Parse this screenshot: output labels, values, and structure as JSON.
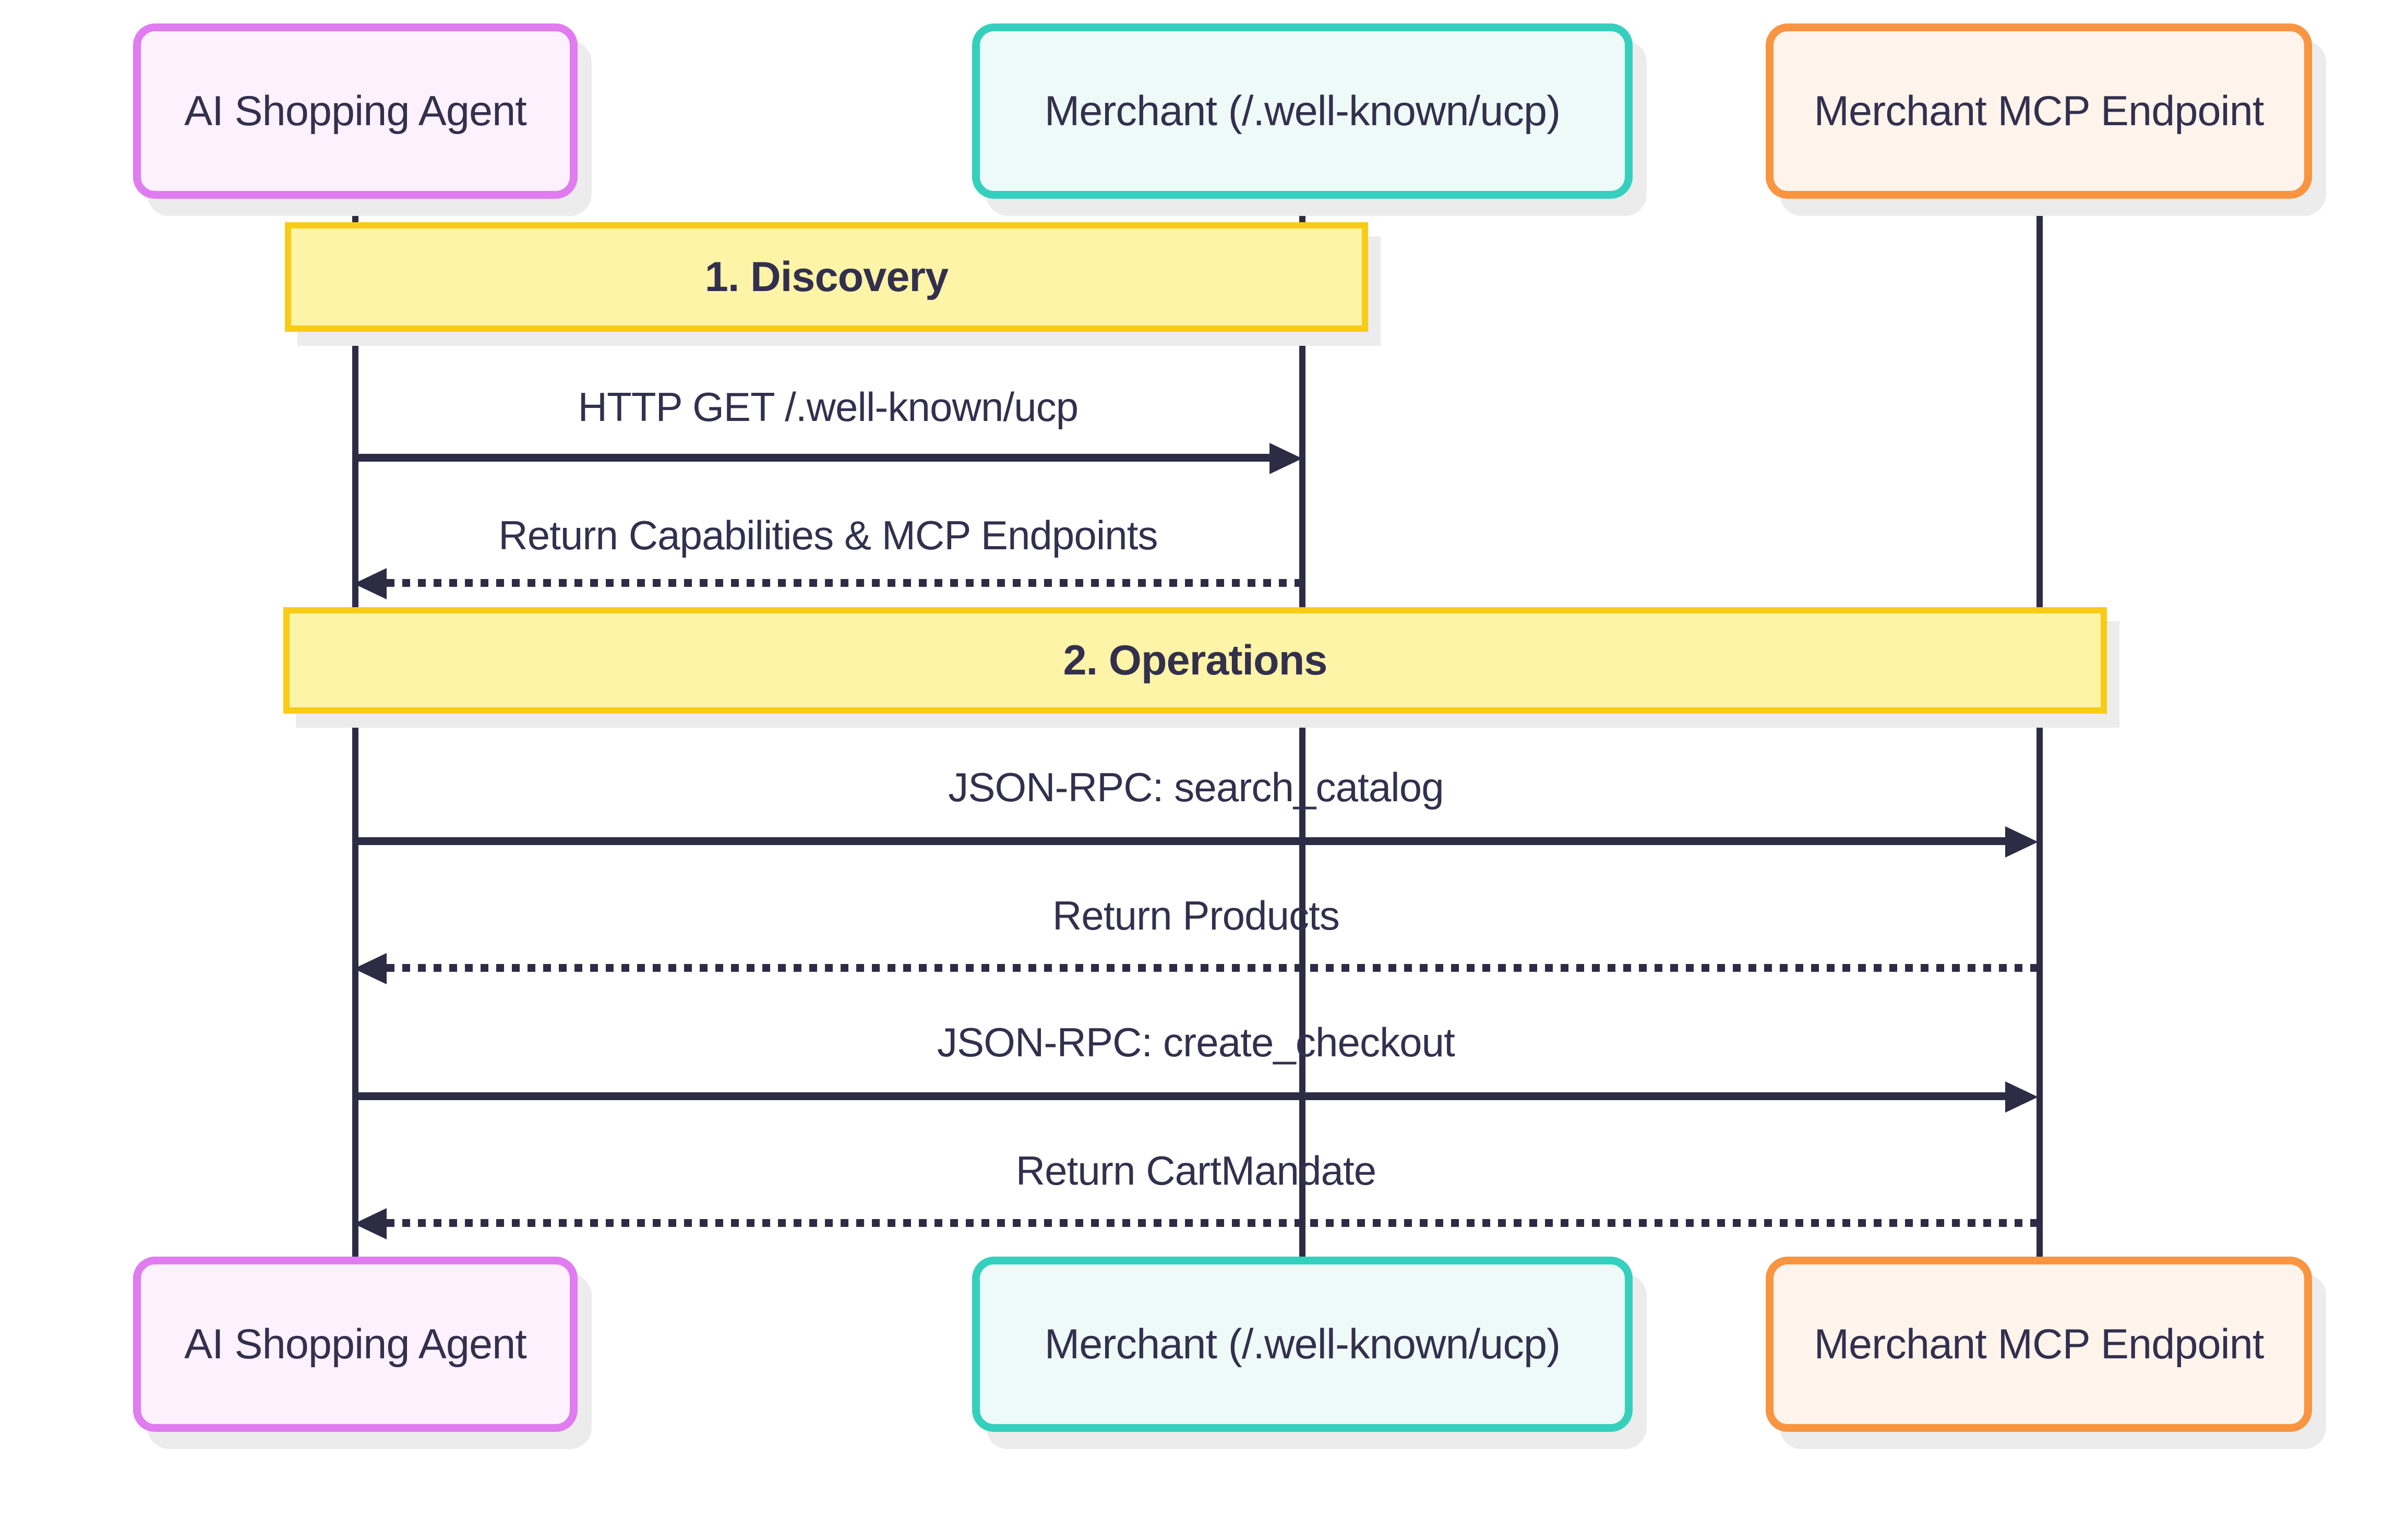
{
  "participants": [
    {
      "id": "agent",
      "label": "AI Shopping Agent"
    },
    {
      "id": "merchant",
      "label": "Merchant (/.well-known/ucp)"
    },
    {
      "id": "mcp",
      "label": "Merchant MCP Endpoint"
    }
  ],
  "sections": [
    {
      "label": "1. Discovery"
    },
    {
      "label": "2. Operations"
    }
  ],
  "messages": [
    {
      "label": "HTTP GET /.well-known/ucp",
      "from": "AI Shopping Agent",
      "to": "Merchant (/.well-known/ucp)",
      "style": "solid"
    },
    {
      "label": "Return Capabilities & MCP Endpoints",
      "from": "Merchant (/.well-known/ucp)",
      "to": "AI Shopping Agent",
      "style": "dashed"
    },
    {
      "label": "JSON-RPC: search_catalog",
      "from": "AI Shopping Agent",
      "to": "Merchant MCP Endpoint",
      "style": "solid"
    },
    {
      "label": "Return Products",
      "from": "Merchant MCP Endpoint",
      "to": "AI Shopping Agent",
      "style": "dashed"
    },
    {
      "label": "JSON-RPC: create_checkout",
      "from": "AI Shopping Agent",
      "to": "Merchant MCP Endpoint",
      "style": "solid"
    },
    {
      "label": "Return CartMandate",
      "from": "Merchant MCP Endpoint",
      "to": "AI Shopping Agent",
      "style": "dashed"
    }
  ],
  "colors": {
    "background": "#ffffff",
    "text": "#33304e",
    "line": "#2e2b45",
    "agent_border": "#e07bf0",
    "agent_fill": "#fdf1fe",
    "merchant_border": "#35d0bd",
    "merchant_fill": "#eefaf8",
    "mcp_border": "#f99440",
    "mcp_fill": "#fef4ec",
    "banner_border": "#f8cb17",
    "banner_fill": "#fdf4a7",
    "shadow": "#ececec"
  }
}
